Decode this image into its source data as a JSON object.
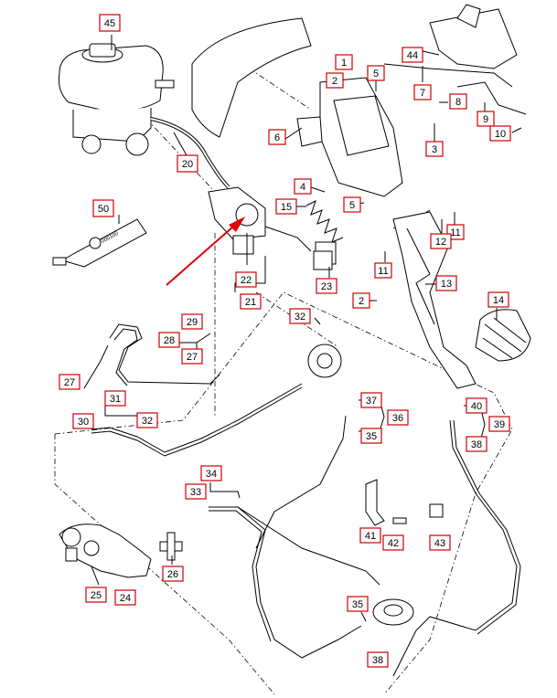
{
  "callouts": {
    "c1": "1",
    "c2": "2",
    "c2b": "2",
    "c3": "3",
    "c4": "4",
    "c5a": "5",
    "c5b": "5",
    "c6": "6",
    "c7": "7",
    "c8": "8",
    "c9": "9",
    "c10": "10",
    "c11a": "11",
    "c11b": "11",
    "c12": "12",
    "c13": "13",
    "c14": "14",
    "c15": "15",
    "c20": "20",
    "c21": "21",
    "c22": "22",
    "c23": "23",
    "c24": "24",
    "c25": "25",
    "c26": "26",
    "c27a": "27",
    "c27b": "27",
    "c28": "28",
    "c29": "29",
    "c30": "30",
    "c31": "31",
    "c32a": "32",
    "c32b": "32",
    "c33": "33",
    "c34": "34",
    "c35a": "35",
    "c35b": "35",
    "c36": "36",
    "c37": "37",
    "c38a": "38",
    "c38b": "38",
    "c39": "39",
    "c40": "40",
    "c41": "41",
    "c42": "42",
    "c43": "43",
    "c44": "44",
    "c45": "45",
    "c50": "50"
  },
  "tube_text": "000100",
  "colors": {
    "callout_border": "#cc0000",
    "arrow": "#e00000",
    "line": "#000000"
  }
}
